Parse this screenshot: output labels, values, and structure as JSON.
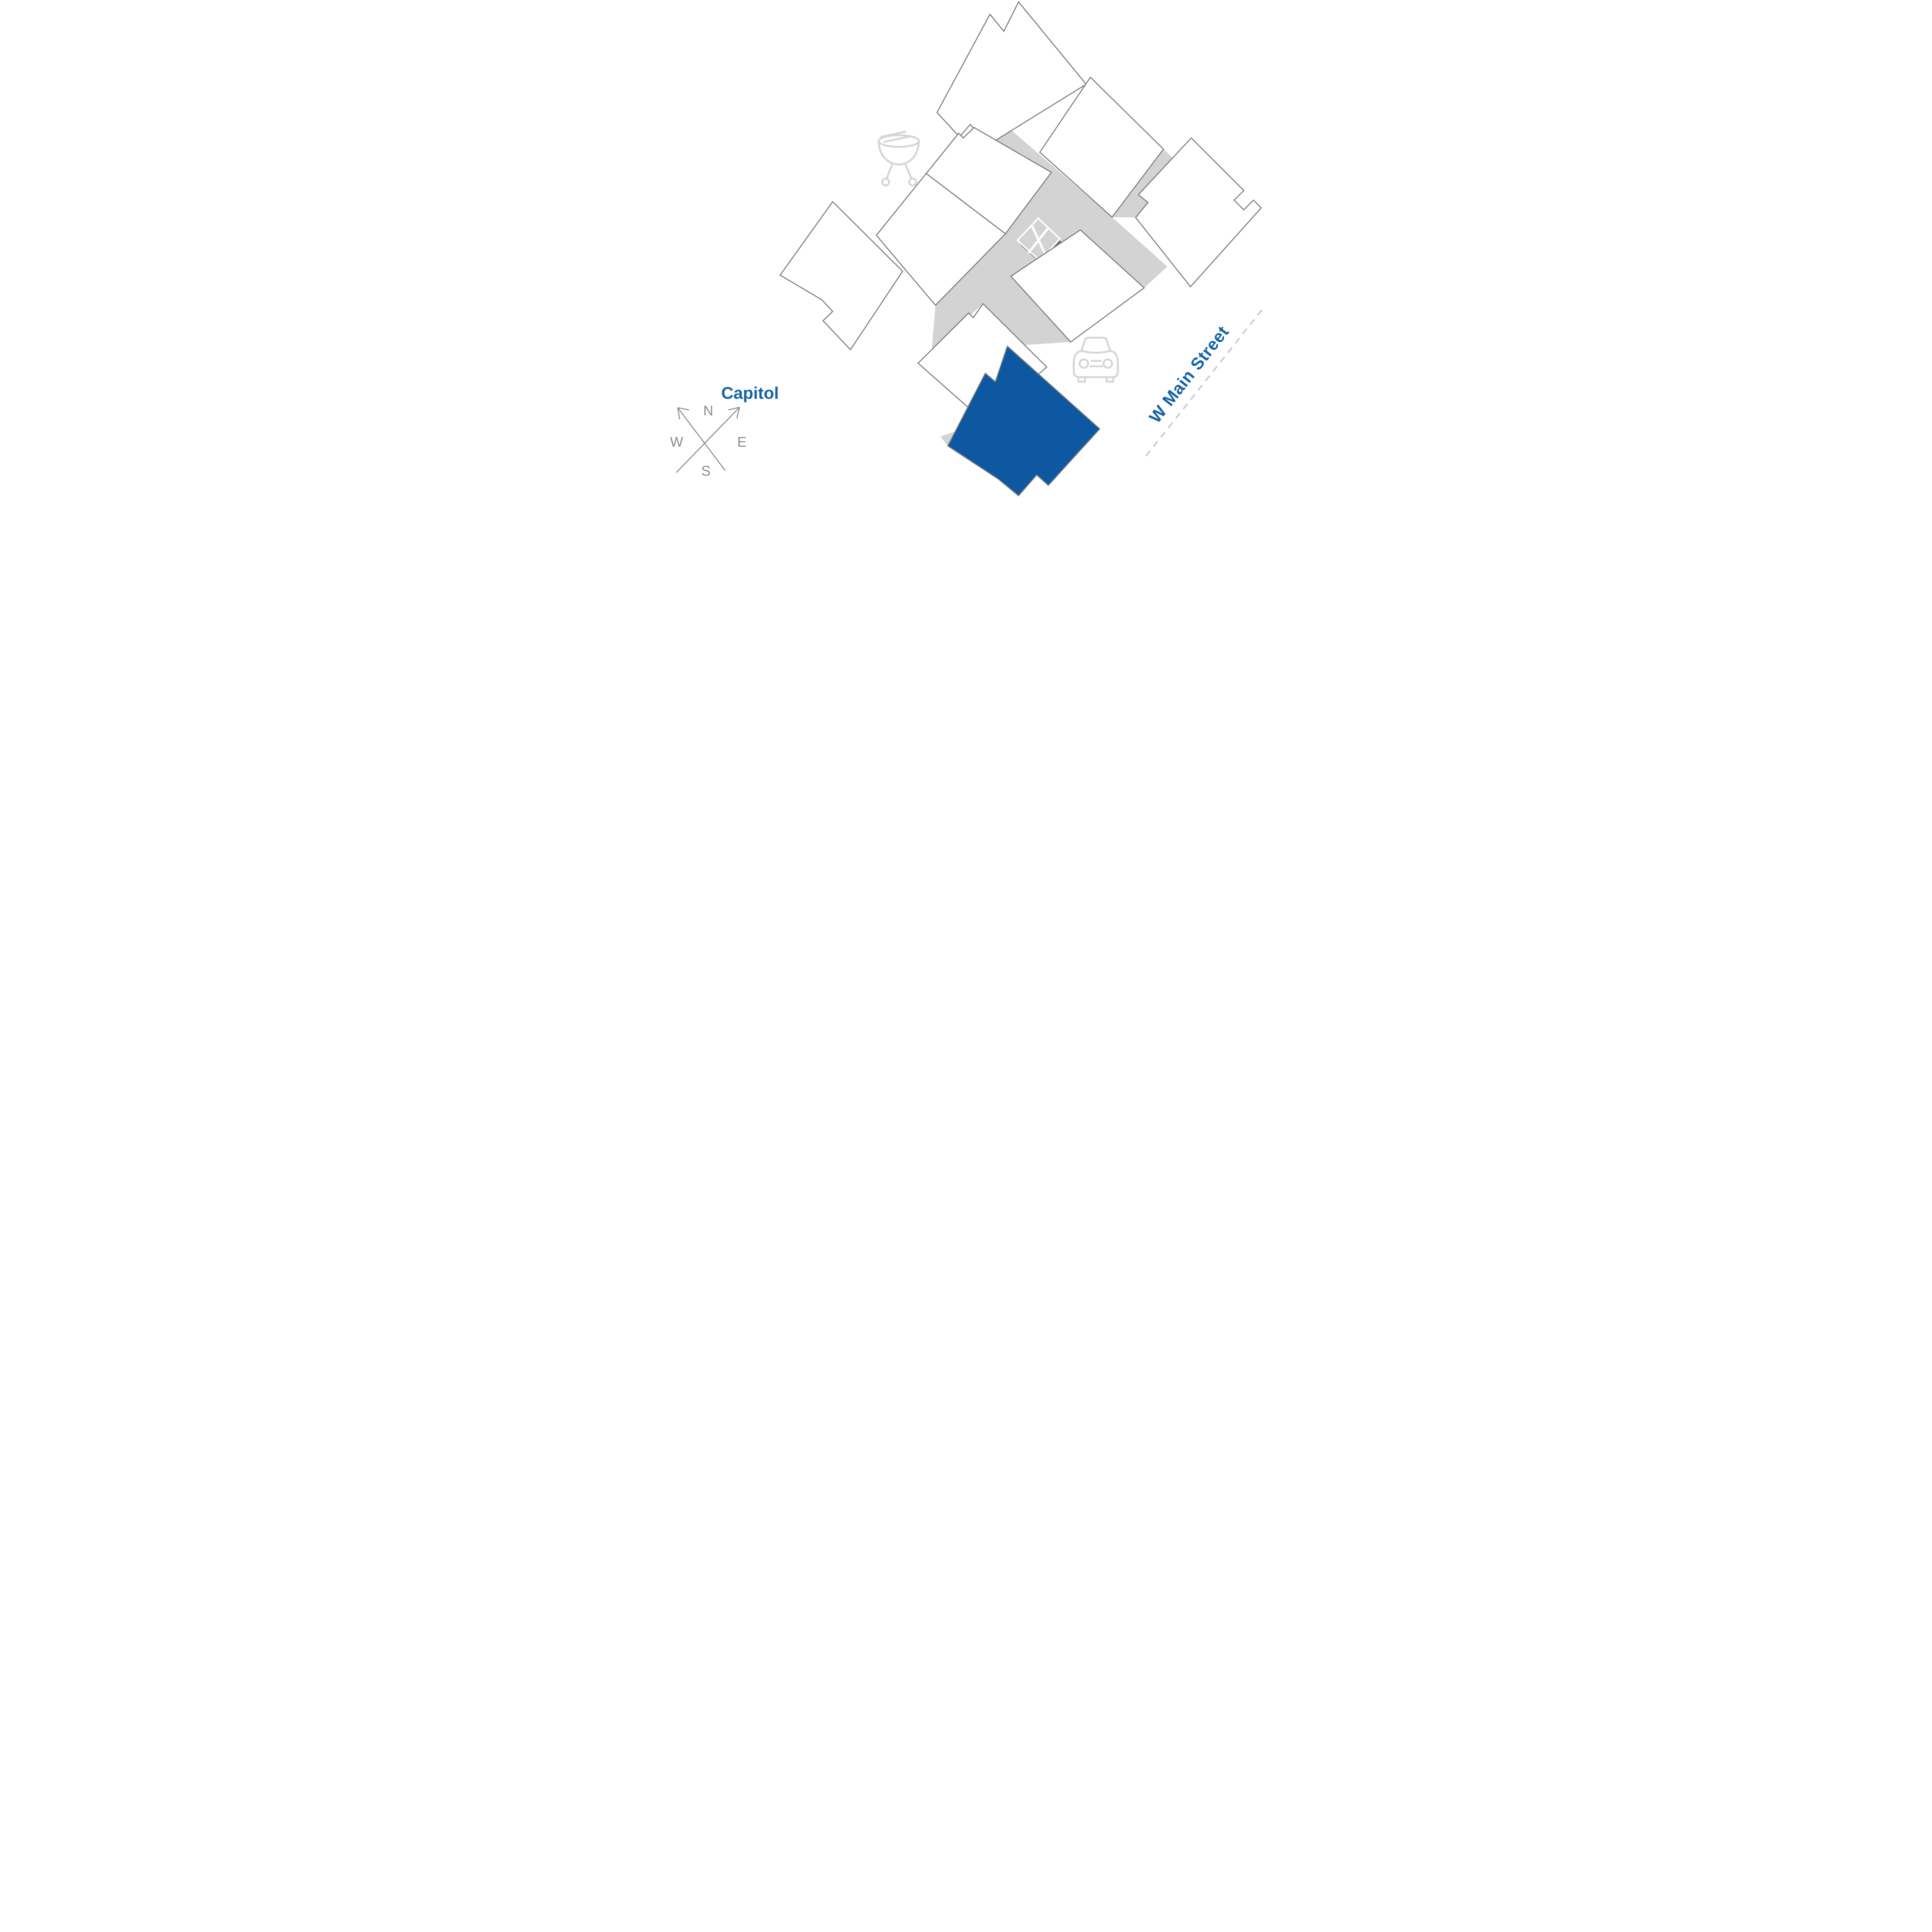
{
  "map": {
    "type": "apartment-community site plan",
    "labels": {
      "capitol": "Capitol",
      "street": "W Main Street"
    },
    "compass": {
      "north": "N",
      "east": "E",
      "south": "S",
      "west": "W"
    },
    "buildings": {
      "white_building_count": 8,
      "highlighted_building_count": 1,
      "highlighted_building": "blue building (bottom center)"
    },
    "markers": {
      "utility_square": "x-marked square on walkway",
      "amenities": [
        "bbq-grill-icon",
        "car-icon"
      ]
    },
    "colors": {
      "highlight": "#0e58a2",
      "textblue": "#1563a5",
      "corridor": "#d3d3d3",
      "outline": "#7a7a7a",
      "icongray": "#d6d6d6",
      "compassgray": "#8c8c8c",
      "dashgray": "#c9c9c9",
      "xshadow": "#6f6f6f",
      "background": "#ffffff"
    }
  }
}
